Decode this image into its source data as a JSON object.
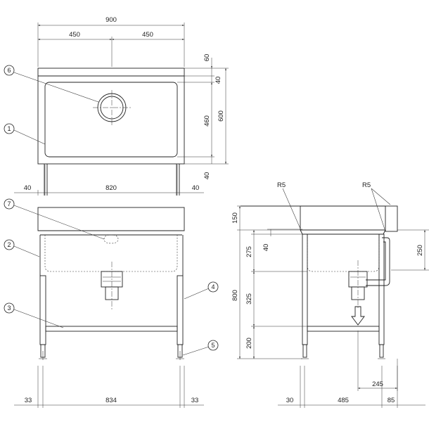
{
  "top_view": {
    "dims": {
      "total_width": "900",
      "half_left": "450",
      "half_right": "450",
      "lip": "60",
      "rim_top": "40",
      "bowl_depth": "460",
      "total_depth": "600",
      "rim_bottom": "40",
      "side_left": "40",
      "bowl_width": "820",
      "side_right": "40"
    }
  },
  "front_view": {
    "dims": {
      "foot_left": "33",
      "between_legs": "834",
      "foot_right": "33"
    }
  },
  "side_view": {
    "radius_left": "R5",
    "radius_right": "R5",
    "dims": {
      "backsplash": "150",
      "sink_depth": "275",
      "rim_40": "40",
      "mid": "325",
      "bottom": "200",
      "total_height": "800",
      "drain_height": "250",
      "offset_left": "30",
      "leg_span": "485",
      "offset_right": "85",
      "drain_offset": "245"
    }
  },
  "callouts": [
    "1",
    "2",
    "3",
    "4",
    "5",
    "6",
    "7"
  ]
}
